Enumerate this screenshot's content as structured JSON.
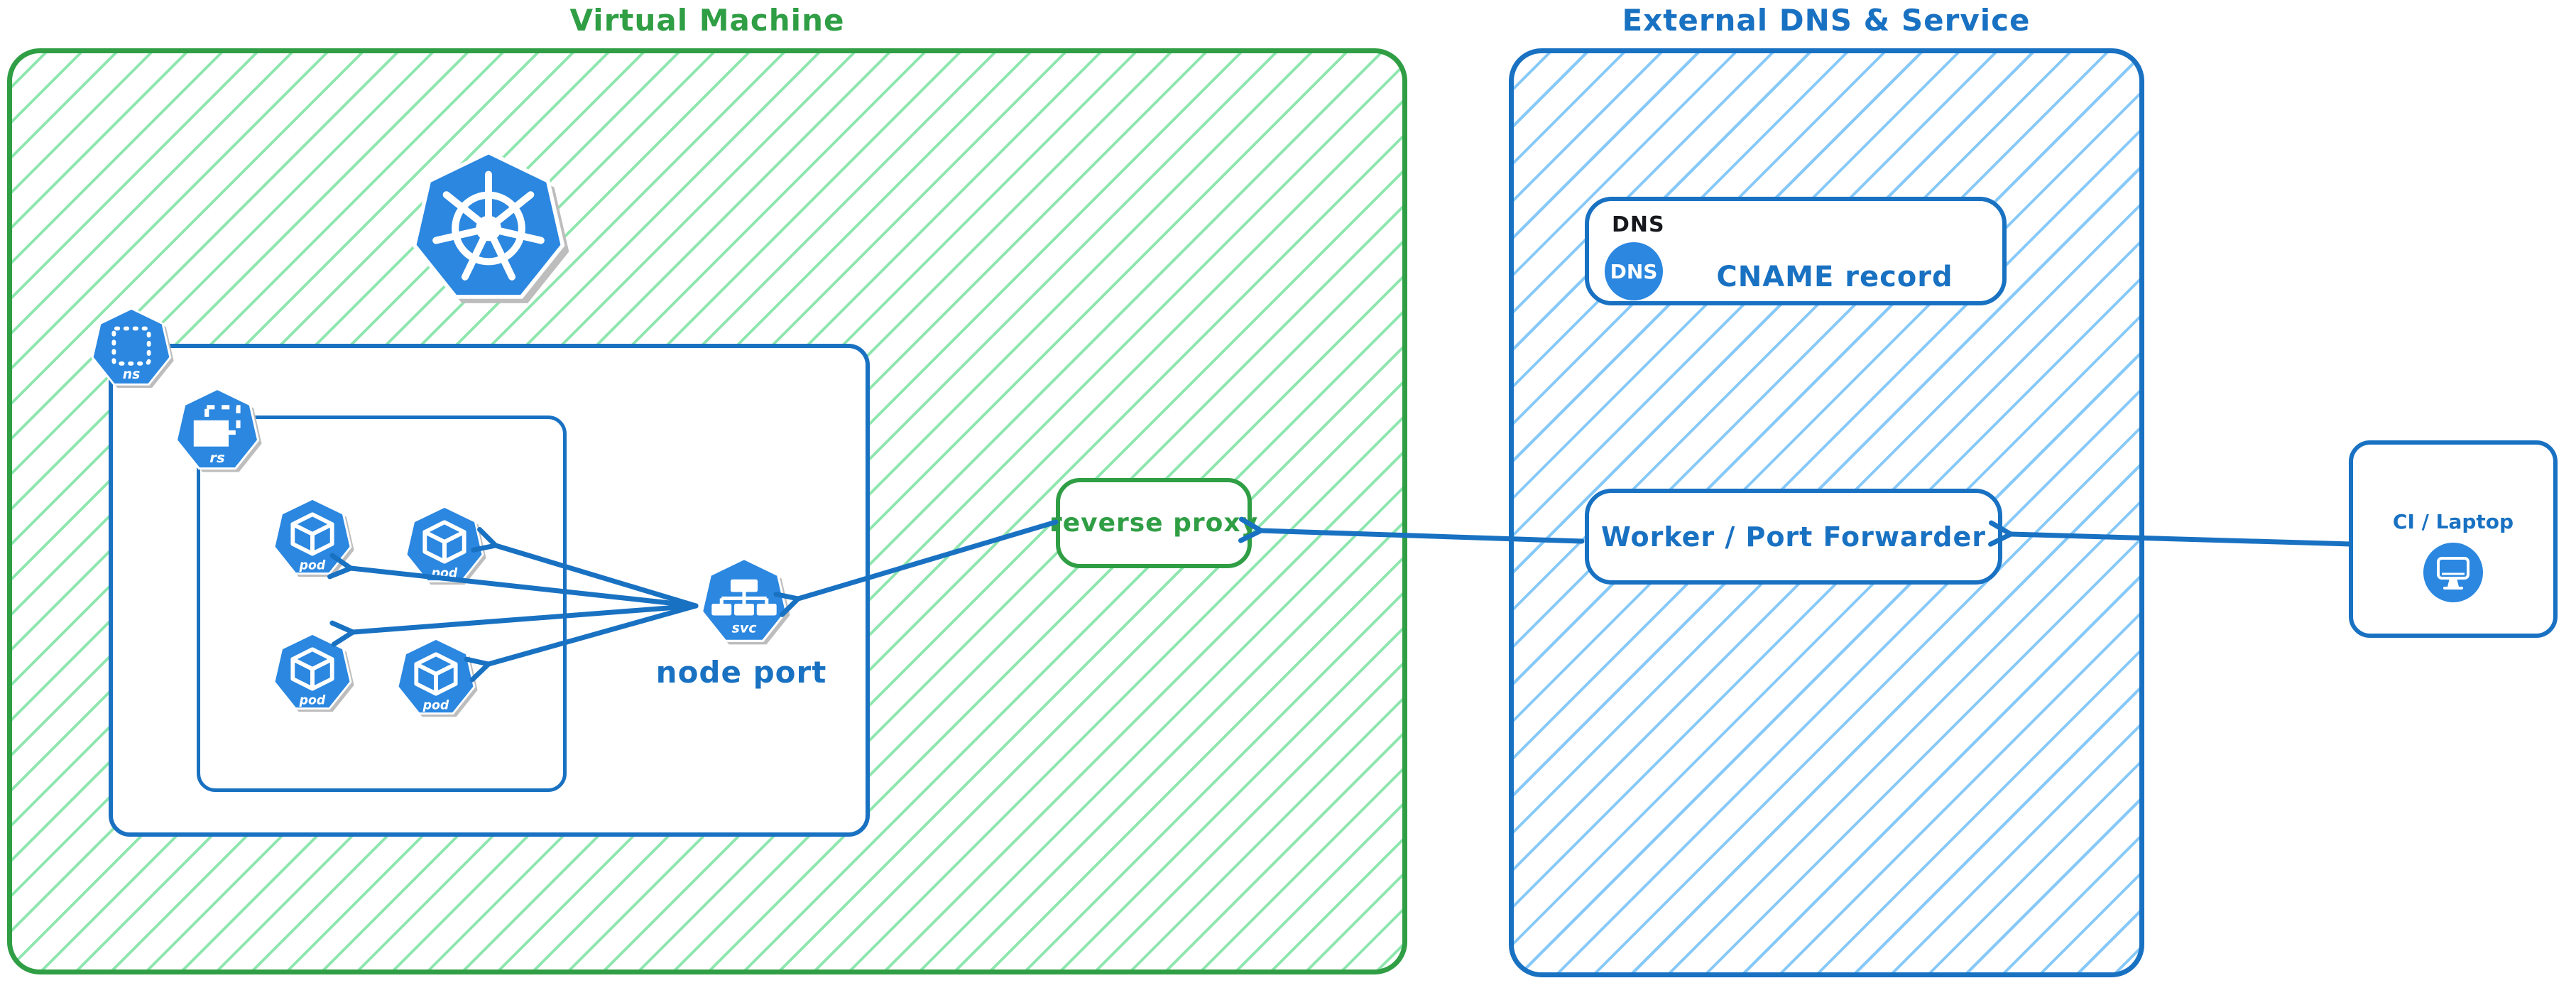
{
  "colors": {
    "green_stroke": "#2f9e44",
    "green_hatch": "#8ee6ae",
    "blue_stroke": "#1971c2",
    "blue_hatch": "#87c9f8",
    "icon_blue": "#2b87e0",
    "icon_shadow": "#bdbdbd",
    "heading_black": "#16181d"
  },
  "vm": {
    "title": "Virtual Machine",
    "kubernetes_logo": "kubernetes",
    "namespace_badge": "ns",
    "replicaset_badge": "rs",
    "pods": [
      {
        "label": "pod"
      },
      {
        "label": "pod"
      },
      {
        "label": "pod"
      },
      {
        "label": "pod"
      }
    ],
    "service_badge": "svc",
    "service_caption": "node port",
    "reverse_proxy_label": "reverse proxy"
  },
  "external": {
    "title": "External DNS & Service",
    "dns_card": {
      "heading": "DNS",
      "badge": "DNS",
      "label": "CNAME record"
    },
    "worker_label": "Worker / Port Forwarder"
  },
  "client": {
    "label": "CI / Laptop"
  }
}
